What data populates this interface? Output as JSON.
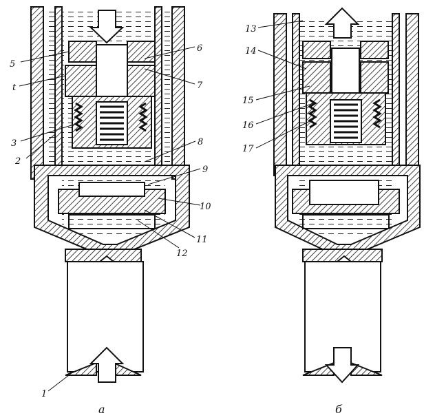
{
  "figure": {
    "panels": [
      {
        "id": "a",
        "label": "а",
        "callouts": [
          {
            "n": "5"
          },
          {
            "n": "t"
          },
          {
            "n": "3"
          },
          {
            "n": "2"
          },
          {
            "n": "6"
          },
          {
            "n": "7"
          },
          {
            "n": "8"
          },
          {
            "n": "9"
          },
          {
            "n": "10"
          },
          {
            "n": "11"
          },
          {
            "n": "12"
          },
          {
            "n": "1"
          }
        ]
      },
      {
        "id": "b",
        "label": "б",
        "callouts": [
          {
            "n": "13"
          },
          {
            "n": "14"
          },
          {
            "n": "15"
          },
          {
            "n": "16"
          },
          {
            "n": "17"
          }
        ]
      }
    ],
    "colors": {
      "ink": "#111111",
      "paper": "#ffffff"
    }
  }
}
